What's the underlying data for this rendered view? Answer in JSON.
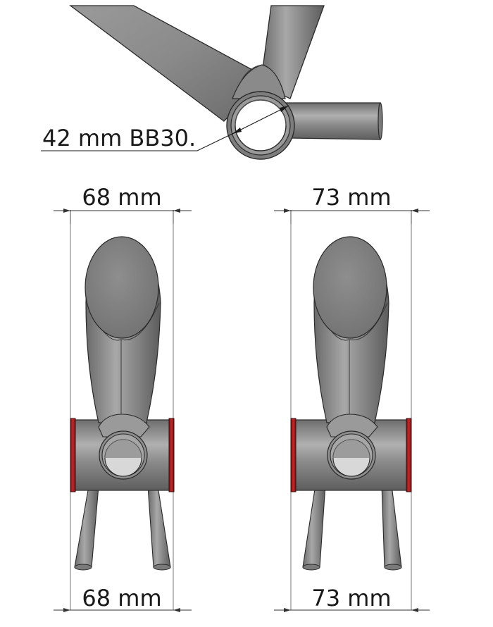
{
  "labels": {
    "bb_diameter": "42 mm BB30.",
    "left_top_width": "68 mm",
    "left_bottom_width": "68 mm",
    "right_top_width": "73 mm",
    "right_bottom_width": "73 mm"
  },
  "colors": {
    "tube": "#8c8c8c",
    "tube_light": "#b4b4b4",
    "tube_dark": "#5a5a5a",
    "cup_red": "#a81f22",
    "outline": "#2a2a2a",
    "dimension_line": "#333333"
  }
}
